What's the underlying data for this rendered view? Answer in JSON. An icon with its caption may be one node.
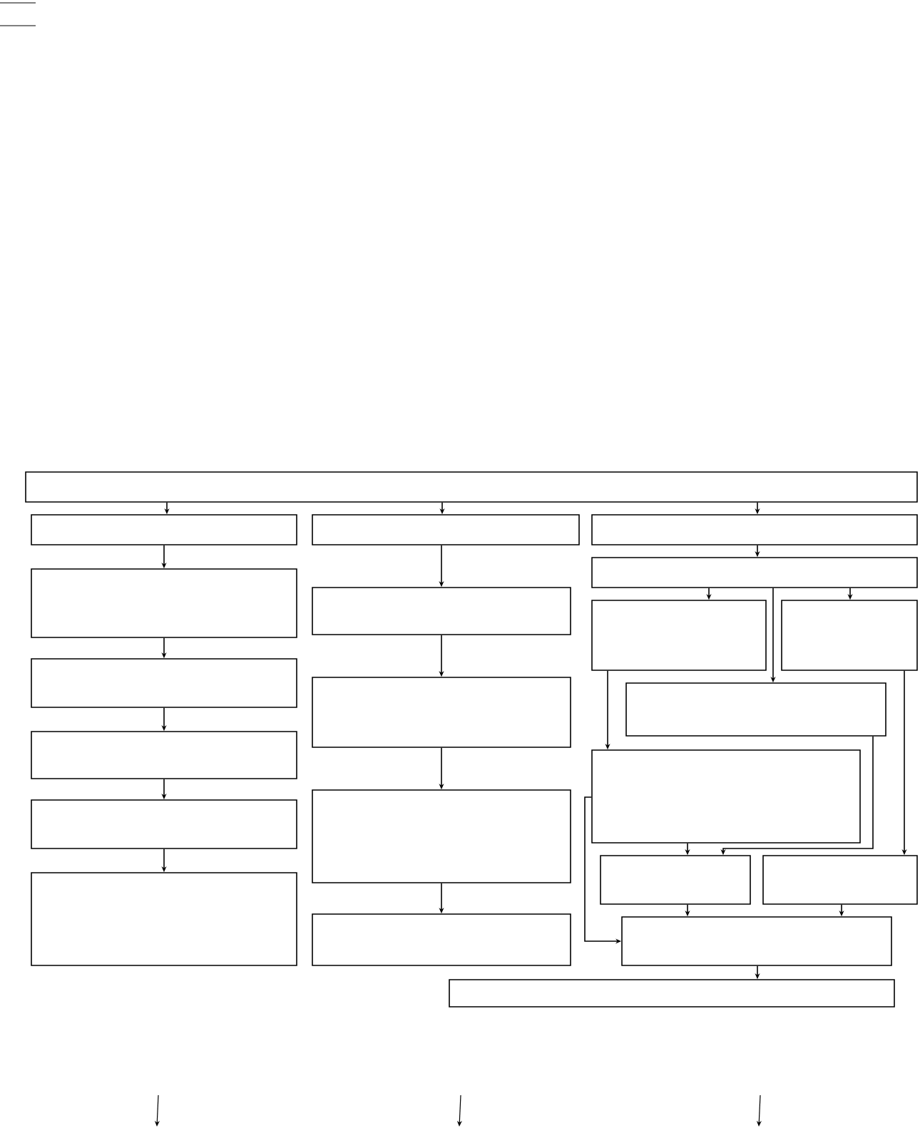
{
  "diagram": {
    "nodes": [
      {
        "text": [],
        "shape": "box"
      },
      {
        "text": [],
        "shape": "box"
      },
      {
        "text": [],
        "shape": "box"
      },
      {
        "text": [],
        "shape": "box"
      },
      {
        "text": [],
        "shape": "box"
      },
      {
        "text": [],
        "shape": "box"
      },
      {
        "text": [],
        "shape": "box"
      },
      {
        "text": [],
        "shape": "box"
      },
      {
        "text": [],
        "shape": "box"
      },
      {
        "text": [],
        "shape": "box"
      },
      {
        "text": [],
        "shape": "box"
      },
      {
        "text": [],
        "shape": "box"
      },
      {
        "text": [],
        "shape": "box"
      },
      {
        "text": [],
        "shape": "box"
      },
      {
        "text": [],
        "shape": "box"
      },
      {
        "text": [],
        "shape": "box"
      },
      {
        "text": [],
        "shape": "box"
      },
      {
        "text": [],
        "shape": "box"
      },
      {
        "text": [],
        "shape": "box"
      },
      {
        "text": [],
        "shape": "box"
      },
      {
        "text": [],
        "shape": "box"
      },
      {
        "text": [],
        "shape": "box"
      }
    ],
    "edges": [
      {
        "from": 0,
        "to": 1,
        "arrow": "to"
      },
      {
        "from": 0,
        "to": 7,
        "arrow": "to"
      },
      {
        "from": 0,
        "to": 12,
        "arrow": "to"
      },
      {
        "from": 1,
        "to": 2,
        "arrow": "to"
      },
      {
        "from": 2,
        "to": 3,
        "arrow": "to"
      },
      {
        "from": 3,
        "to": 4,
        "arrow": "to"
      },
      {
        "from": 4,
        "to": 5,
        "arrow": "to"
      },
      {
        "from": 5,
        "to": 6,
        "arrow": "to"
      },
      {
        "from": 7,
        "to": 8,
        "arrow": "to"
      },
      {
        "from": 8,
        "to": 9,
        "arrow": "to"
      },
      {
        "from": 9,
        "to": 10,
        "arrow": "to"
      },
      {
        "from": 10,
        "to": 11,
        "arrow": "to"
      },
      {
        "from": 12,
        "to": 13,
        "arrow": "to"
      },
      {
        "from": 13,
        "to": 14,
        "arrow": "to"
      },
      {
        "from": 13,
        "to": 15,
        "arrow": "to"
      },
      {
        "from": 13,
        "to": 16,
        "arrow": "to"
      },
      {
        "from": 14,
        "to": 17,
        "arrow": "to"
      },
      {
        "from": 16,
        "to": 18,
        "arrow": "to"
      },
      {
        "from": 17,
        "to": 18,
        "arrow": "to"
      },
      {
        "from": 15,
        "to": 19,
        "arrow": "to"
      },
      {
        "from": 17,
        "to": 20,
        "arrow": "to"
      },
      {
        "from": 18,
        "to": 20,
        "arrow": "to"
      },
      {
        "from": 19,
        "to": 20,
        "arrow": "to"
      },
      {
        "from": 20,
        "to": 21,
        "arrow": "to"
      }
    ]
  }
}
